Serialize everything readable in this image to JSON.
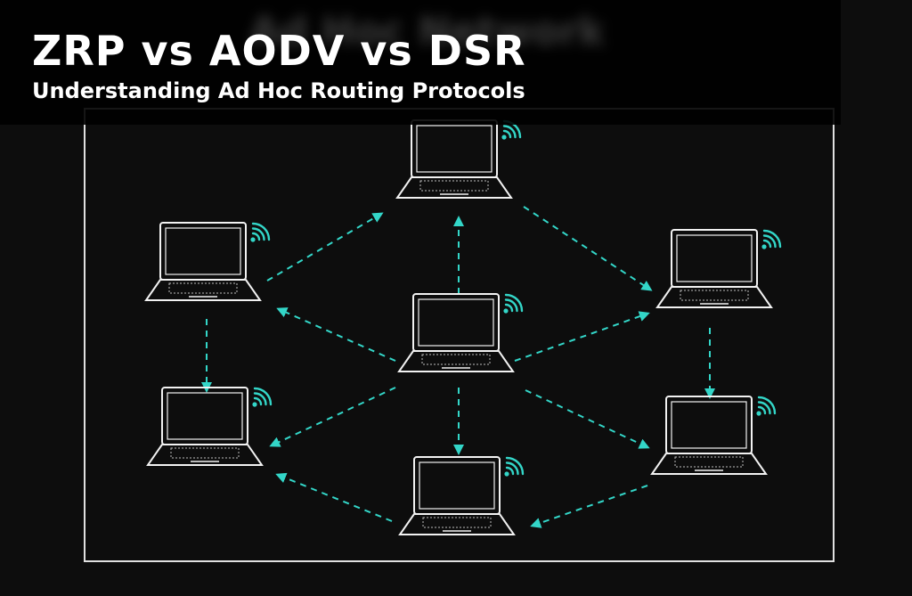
{
  "header": {
    "title": "ZRP vs AODV vs DSR",
    "subtitle": "Understanding Ad Hoc Routing Protocols",
    "blurred_heading": "Ad Hoc Network"
  },
  "colors": {
    "background": "#0d0d0d",
    "device_outline": "#f2f2f2",
    "link": "#33d6c8",
    "wifi": "#33d6c8",
    "text": "#ffffff"
  },
  "diagram": {
    "nodes": [
      {
        "id": "top",
        "device": "laptop-icon",
        "wifi": true
      },
      {
        "id": "left-upper",
        "device": "laptop-icon",
        "wifi": true
      },
      {
        "id": "left-lower",
        "device": "laptop-icon",
        "wifi": true
      },
      {
        "id": "center",
        "device": "laptop-icon",
        "wifi": true
      },
      {
        "id": "right-upper",
        "device": "laptop-icon",
        "wifi": true
      },
      {
        "id": "right-lower",
        "device": "laptop-icon",
        "wifi": true
      },
      {
        "id": "bottom",
        "device": "laptop-icon",
        "wifi": true
      }
    ],
    "links": [
      {
        "from": "left-upper",
        "to": "top"
      },
      {
        "from": "top",
        "to": "right-upper"
      },
      {
        "from": "center",
        "to": "top"
      },
      {
        "from": "center",
        "to": "left-upper"
      },
      {
        "from": "center",
        "to": "right-upper"
      },
      {
        "from": "center",
        "to": "left-lower"
      },
      {
        "from": "center",
        "to": "bottom"
      },
      {
        "from": "center",
        "to": "right-lower"
      },
      {
        "from": "left-upper",
        "to": "left-lower"
      },
      {
        "from": "right-upper",
        "to": "right-lower"
      },
      {
        "from": "bottom",
        "to": "left-lower"
      },
      {
        "from": "right-lower",
        "to": "bottom"
      }
    ]
  }
}
